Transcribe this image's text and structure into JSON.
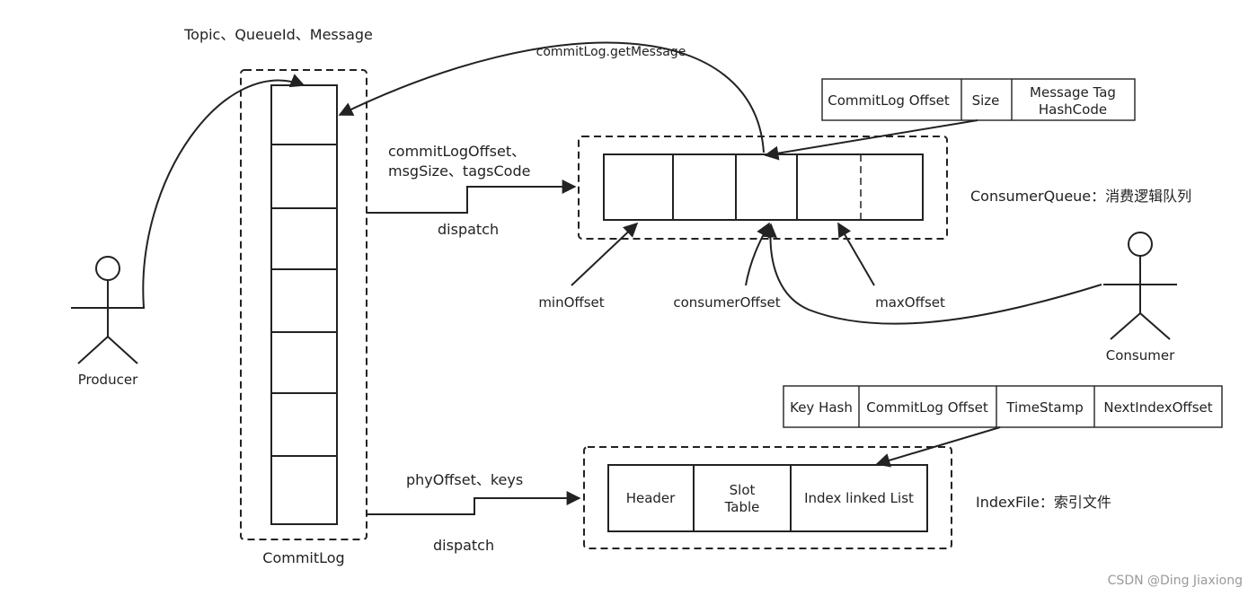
{
  "producer": {
    "label": "Producer"
  },
  "consumer": {
    "label": "Consumer"
  },
  "commitlog": {
    "label": "CommitLog"
  },
  "edges": {
    "producer_to_commitlog": "Topic、QueueId、Message",
    "get_message": "commitLog.getMessage",
    "cq_dispatch_line1": "commitLogOffset、",
    "cq_dispatch_line2": "msgSize、tagsCode",
    "cq_dispatch": "dispatch",
    "index_dispatch_label": "phyOffset、keys",
    "index_dispatch": "dispatch"
  },
  "consumer_queue": {
    "label": "ConsumerQueue：消费逻辑队列",
    "entry_fields": [
      "CommitLog Offset",
      "Size",
      "Message Tag",
      "HashCode"
    ],
    "pointers": {
      "min": "minOffset",
      "consumer": "consumerOffset",
      "max": "maxOffset"
    }
  },
  "index_file": {
    "label": "IndexFile：索引文件",
    "sections": [
      "Header",
      "Slot",
      "Table",
      "Index linked List"
    ],
    "entry_fields": [
      "Key Hash",
      "CommitLog Offset",
      "TimeStamp",
      "NextIndexOffset"
    ]
  },
  "watermark": "CSDN @Ding Jiaxiong"
}
